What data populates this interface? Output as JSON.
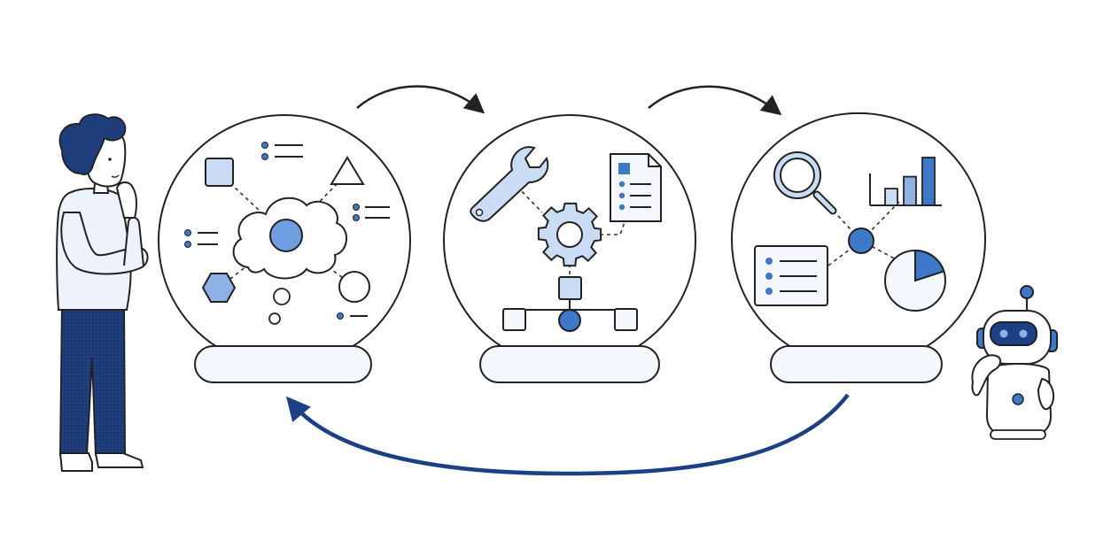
{
  "diagram": {
    "stages": [
      {
        "name": "ideation-globe",
        "items": [
          "square",
          "triangle",
          "hexagon",
          "circle",
          "cloud",
          "list"
        ]
      },
      {
        "name": "building-globe",
        "items": [
          "wrench",
          "gear",
          "document",
          "hierarchy"
        ]
      },
      {
        "name": "analysis-globe",
        "items": [
          "magnifier",
          "bar-chart",
          "list-card",
          "pie-chart"
        ]
      }
    ],
    "characters": [
      "person-thinking",
      "robot-assistant"
    ],
    "flow": [
      "ideation-to-building",
      "building-to-analysis",
      "analysis-back-to-ideation"
    ],
    "bar_chart": {
      "values": [
        0.35,
        0.6,
        1.0
      ]
    },
    "pie_chart": {
      "highlighted_fraction": 0.2
    }
  },
  "colors": {
    "ink": "#222222",
    "accent": "#3d78c9",
    "accent_light": "#c9dcf4",
    "panel_fill": "#f4f7fc",
    "navy": "#1c3f85",
    "skin": "#ffffff"
  }
}
